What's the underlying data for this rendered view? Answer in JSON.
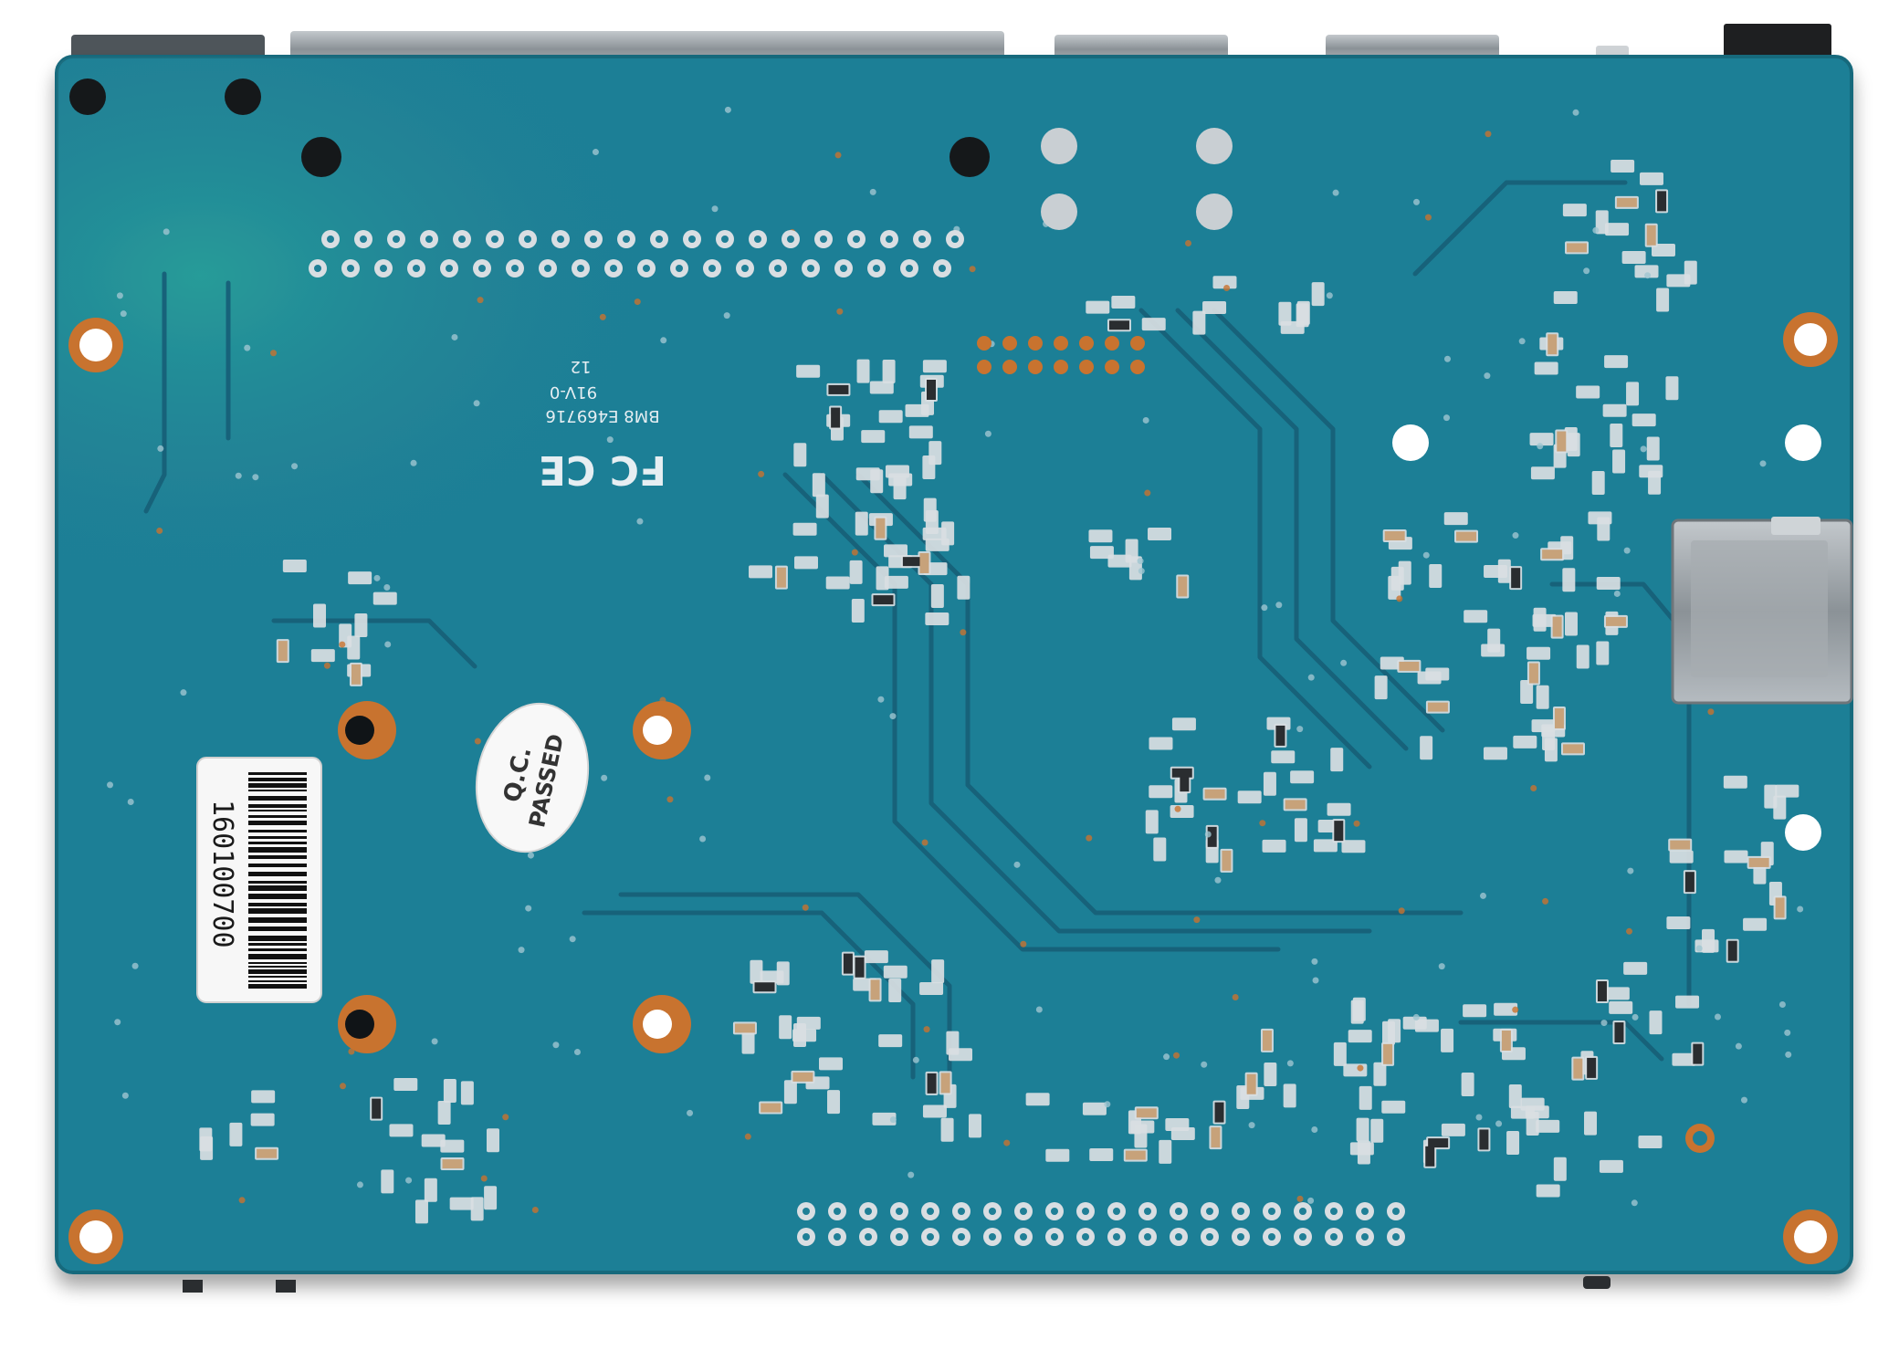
{
  "photo": {
    "subject": "pcb-board-bottom",
    "colors": {
      "background": "#ffffff",
      "board": "#1f7f96",
      "board_edge": "#19697c",
      "board_highlight": "#2b94aa",
      "trace": "#17627a",
      "pad": "#d9dee2",
      "copper": "#c8732f",
      "silkscreen": "#e6eef2",
      "connector_metal": "#8e959b",
      "sd_slot": "#9aa1a6"
    }
  },
  "markings": {
    "cert_marks": "FC CE",
    "code_line_1": "BM8 E469716",
    "code_line_2": "91V-0",
    "code_line_3": "12",
    "qc_line_1": "Q.C.",
    "qc_line_2": "PASSED",
    "barcode_number": "160100700"
  }
}
